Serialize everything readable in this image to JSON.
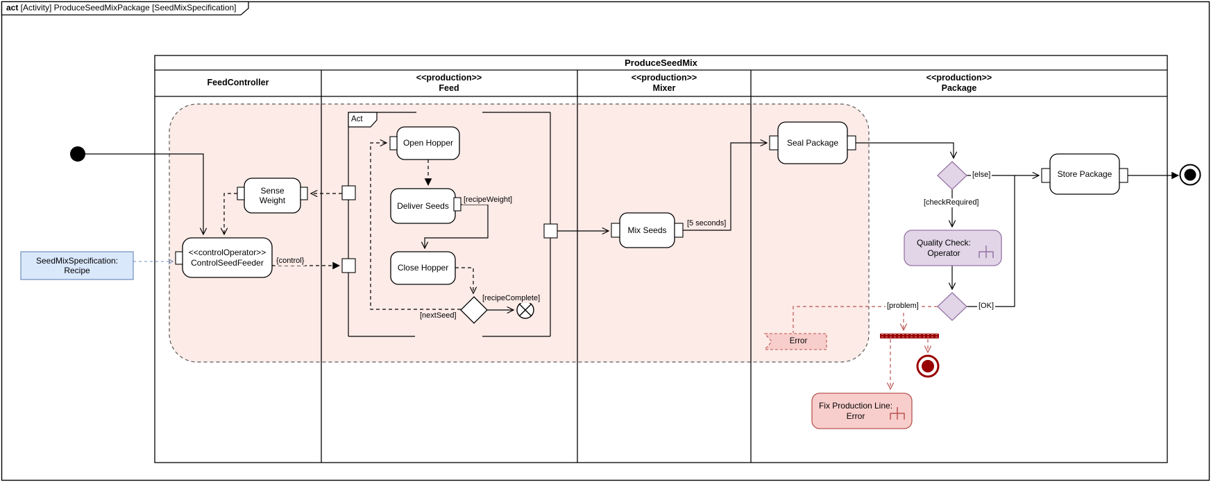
{
  "frame": {
    "tab_keyword": "act",
    "tab_title": " [Activity] ProduceSeedMixPackage [SeedMixSpecification]"
  },
  "pool": {
    "title": "ProduceSeedMix",
    "lanes": [
      {
        "stereotype": "",
        "name": "FeedController"
      },
      {
        "stereotype": "<<production>>",
        "name": "Feed"
      },
      {
        "stereotype": "<<production>>",
        "name": "Mixer"
      },
      {
        "stereotype": "<<production>>",
        "name": "Package"
      }
    ]
  },
  "nodes": {
    "act_region": {
      "label": "Act"
    },
    "sense_weight": {
      "line1": "Sense",
      "line2": "Weight"
    },
    "control_seed_feeder": {
      "line1": "<<controlOperator>>",
      "line2": "ControlSeedFeeder"
    },
    "seed_mix_specification": {
      "line1": "SeedMixSpecification:",
      "line2": "Recipe"
    },
    "open_hopper": {
      "label": "Open Hopper"
    },
    "deliver_seeds": {
      "label": "Deliver Seeds"
    },
    "close_hopper": {
      "label": "Close Hopper"
    },
    "mix_seeds": {
      "label": "Mix Seeds"
    },
    "seal_package": {
      "label": "Seal Package"
    },
    "store_package": {
      "label": "Store Package"
    },
    "quality_check": {
      "line1": "Quality Check:",
      "line2": "Operator"
    },
    "fix_production_line": {
      "line1": "Fix Production Line:",
      "line2": "Error"
    },
    "error_signal": {
      "label": "Error"
    }
  },
  "edge_labels": {
    "control": "{control}",
    "recipe_weight": "[recipeWeight]",
    "next_seed": "[nextSeed]",
    "recipe_complete": "[recipeComplete]",
    "five_seconds": "[5 seconds]",
    "else_guard": "[else]",
    "check_required": "[checkRequired]",
    "ok_guard": "[OK]",
    "problem_guard": "[problem]"
  },
  "colors": {
    "region_fill": "#fcebe7",
    "red_fill": "#f8cecc",
    "red_stroke": "#b85450",
    "dark_red": "#990000",
    "purple_fill": "#e1d5e7",
    "purple_stroke": "#9673a6",
    "blue_fill": "#dae8fc",
    "blue_stroke": "#6c8ebf"
  }
}
